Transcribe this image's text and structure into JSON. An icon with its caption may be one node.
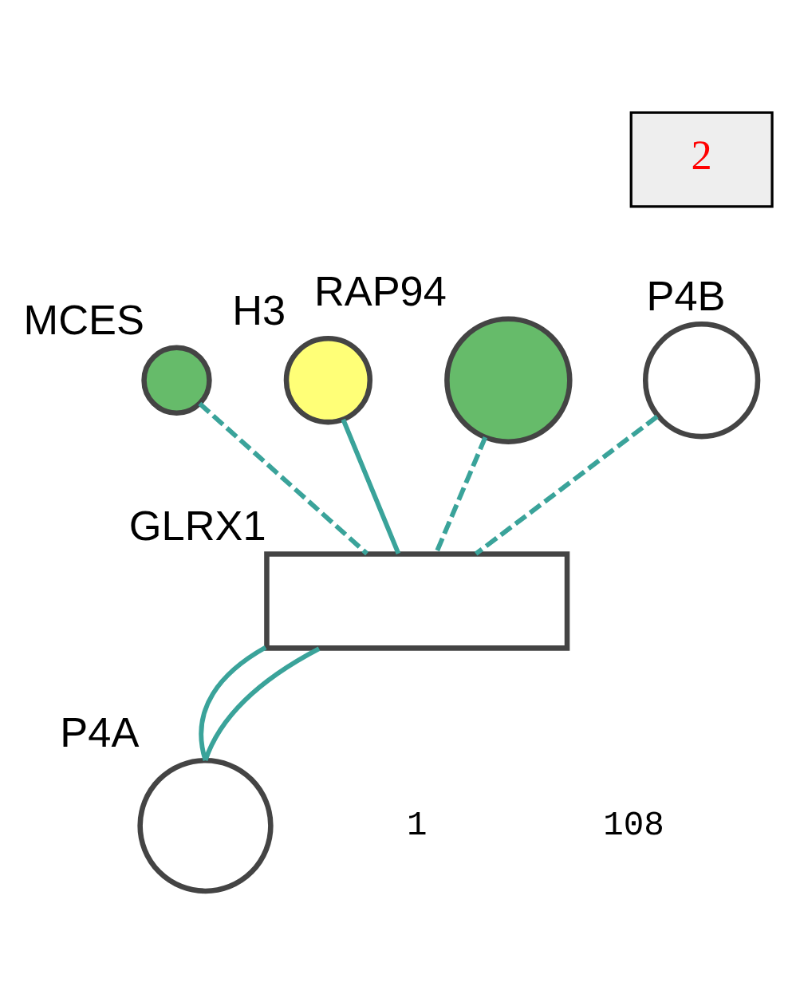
{
  "diagram": {
    "nodes": [
      {
        "text": [
          "MCES"
        ]
      },
      {
        "text": [
          "H3"
        ]
      },
      {
        "text": [
          "RAP94"
        ]
      },
      {
        "text": [
          "P4B"
        ]
      },
      {
        "text": [
          "GLRX1"
        ]
      },
      {
        "text": [
          "P4A"
        ]
      }
    ],
    "edges": [
      {
        "from": 0,
        "to": 4,
        "arrow": "none",
        "style": "dashed"
      },
      {
        "from": 1,
        "to": 4,
        "arrow": "none"
      },
      {
        "from": 2,
        "to": 4,
        "arrow": "none",
        "style": "dashed"
      },
      {
        "from": 3,
        "to": 4,
        "arrow": "none",
        "style": "dashed"
      },
      {
        "from": 4,
        "to": 5,
        "arrow": "none"
      },
      {
        "from": 4,
        "to": 5,
        "arrow": "none"
      }
    ],
    "labels": [
      "2",
      "1",
      "108"
    ]
  }
}
